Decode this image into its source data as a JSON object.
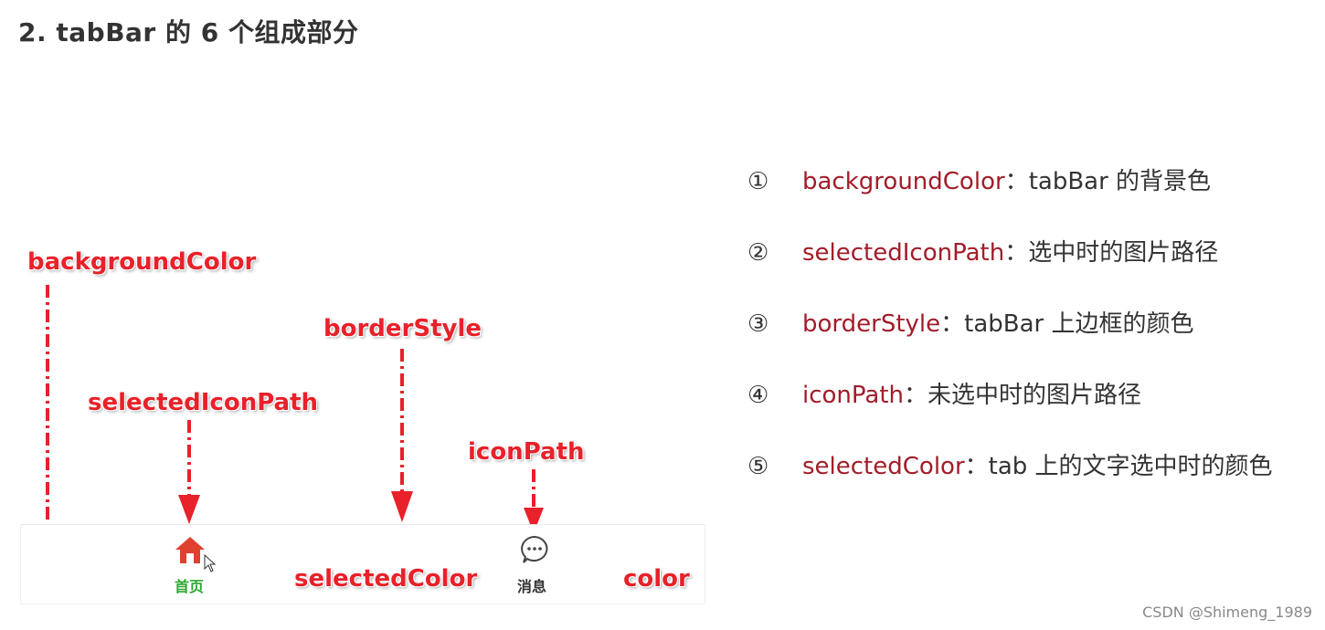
{
  "title": "2. tabBar 的 6 个组成部分",
  "labels": {
    "background_color": "backgroundColor",
    "border_style": "borderStyle",
    "selected_icon_path": "selectedIconPath",
    "icon_path": "iconPath",
    "selected_color": "selectedColor",
    "color": "color"
  },
  "tabbar": {
    "tabs": [
      {
        "label": "首页",
        "icon": "home-icon",
        "selected": true,
        "color": "#2ba82f"
      },
      {
        "label": "消息",
        "icon": "chat-bubble-icon",
        "selected": false,
        "color": "#333333"
      }
    ]
  },
  "legend": [
    {
      "num": "①",
      "prop": "backgroundColor",
      "sep": "：",
      "desc": "tabBar 的背景色"
    },
    {
      "num": "②",
      "prop": "selectedIconPath",
      "sep": "：",
      "desc": "选中时的图片路径"
    },
    {
      "num": "③",
      "prop": "borderStyle",
      "sep": "：",
      "desc": "tabBar 上边框的颜色"
    },
    {
      "num": "④",
      "prop": "iconPath",
      "sep": "：",
      "desc": "未选中时的图片路径"
    },
    {
      "num": "⑤",
      "prop": "selectedColor",
      "sep": "：",
      "desc": "tab 上的文字选中时的颜色"
    }
  ],
  "watermark": "CSDN @Shimeng_1989",
  "colors": {
    "annotation_red": "#e8212a",
    "property_red": "#a11d29",
    "selected_green": "#2ba82f",
    "home_icon_red": "#e0412f"
  }
}
